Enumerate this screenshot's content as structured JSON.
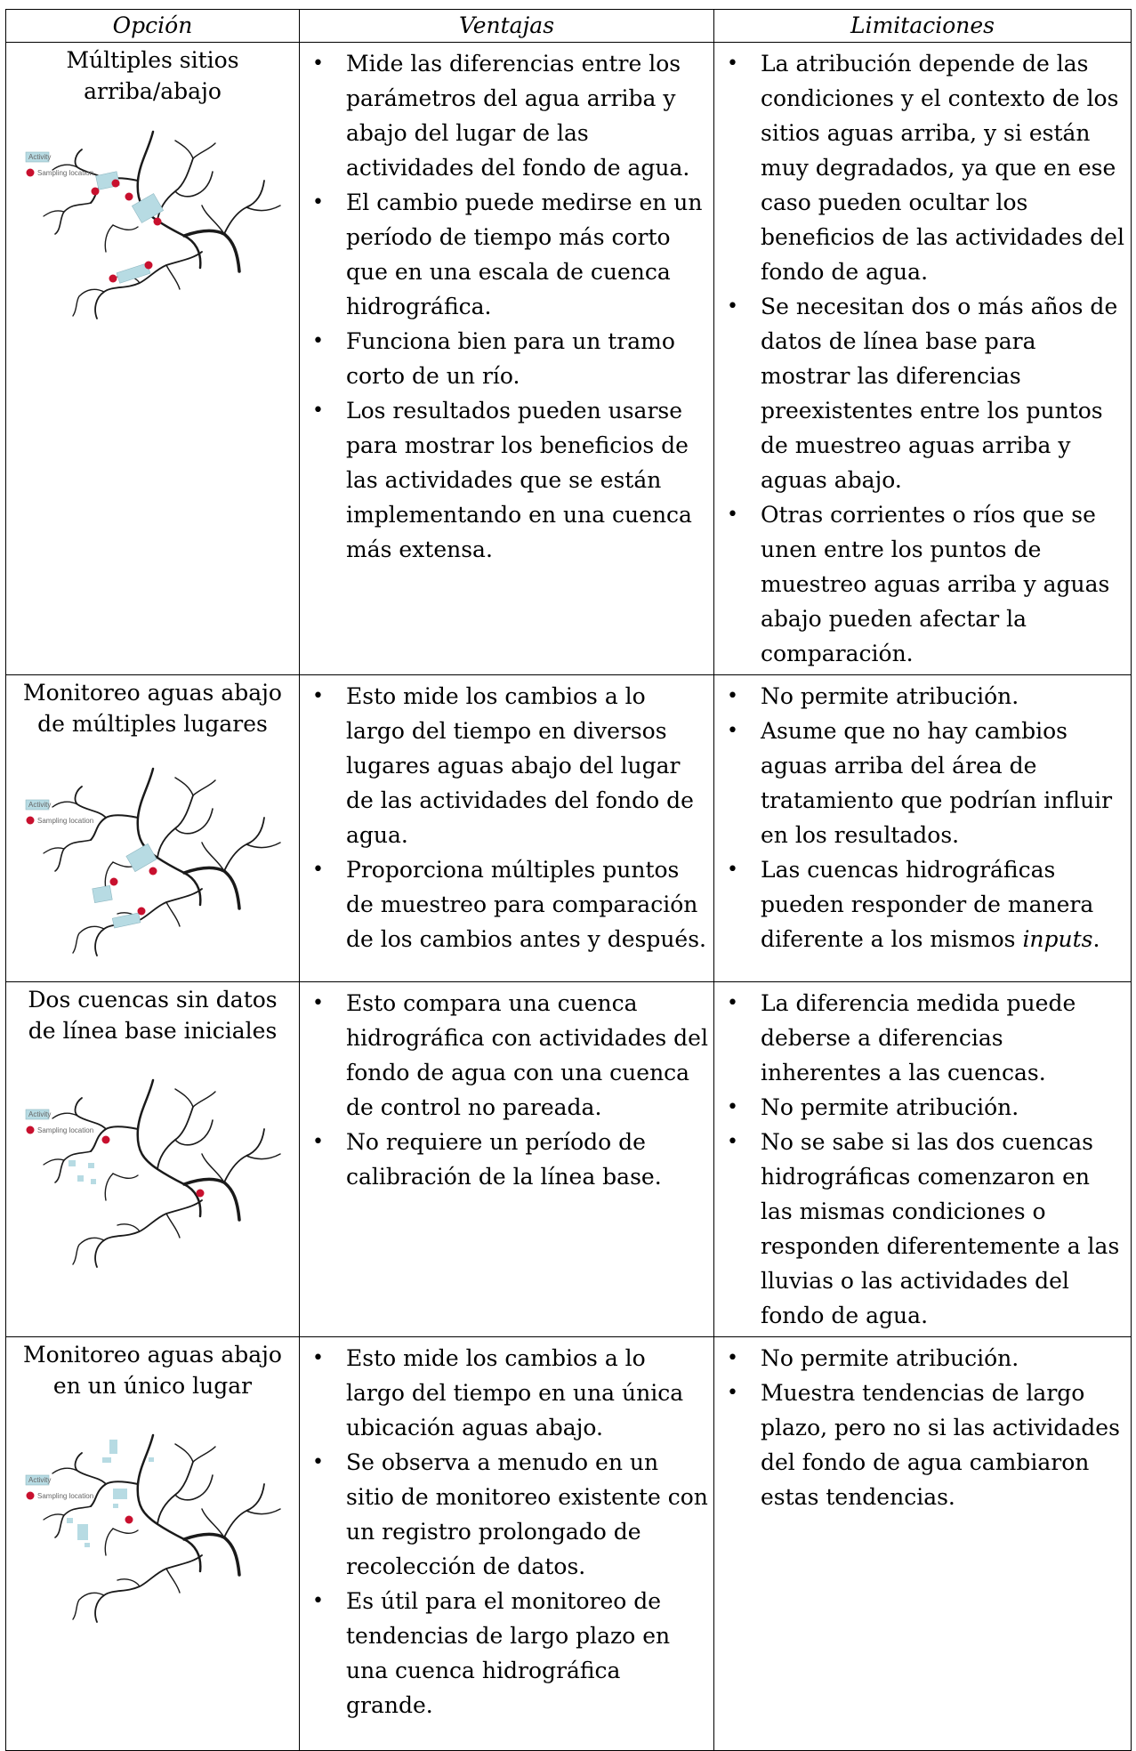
{
  "headers": {
    "option": "Opción",
    "advantages": "Ventajas",
    "limitations": "Limitaciones"
  },
  "legend": {
    "activity": "Activity",
    "sampling": "Sampling location"
  },
  "colors": {
    "activity_fill": "#b7dbe3",
    "sampling_point": "#c8102e",
    "river": "#1a1a1a"
  },
  "rows": [
    {
      "title_line1": "Múltiples sitios",
      "title_line2": "arriba/abajo",
      "advantages": [
        "Mide las diferencias entre los parámetros del agua arriba y abajo del lugar de las actividades del fondo de agua.",
        "El cambio puede medirse en un período de tiempo más corto que en una escala de cuenca hidrográfica.",
        "Funciona bien para un tramo corto de un río.",
        "Los resultados pueden usarse para mostrar los beneficios de las actividades que se están implementando en una cuenca más extensa."
      ],
      "limitations": [
        "La atribución depende de las condiciones y el contexto de los sitios aguas arriba, y si están muy degradados, ya que en ese caso pueden ocultar los beneficios de las actividades del fondo de agua.",
        "Se necesitan dos o más años de datos de línea base para mostrar las diferencias preexistentes entre los puntos de muestreo aguas arriba y aguas abajo.",
        "Otras corrientes o ríos que se unen entre los puntos de muestreo aguas arriba y aguas abajo pueden afectar la comparación."
      ]
    },
    {
      "title_line1": "Monitoreo aguas abajo",
      "title_line2": "de múltiples lugares",
      "advantages": [
        "Esto mide los cambios a lo largo del tiempo en diversos lugares aguas abajo del lugar de las actividades del fondo de agua.",
        "Proporciona múltiples puntos de muestreo para comparación de los cambios antes y después."
      ],
      "limitations": [
        "No permite atribución.",
        "Asume que no hay cambios aguas arriba del área de tratamiento que podrían influir en los resultados.",
        "Las cuencas hidrográficas pueden responder de manera diferente a los mismos",
        "inputs",
        "."
      ]
    },
    {
      "title_line1": "Dos cuencas sin datos",
      "title_line2": "de línea base iniciales",
      "advantages": [
        "Esto compara una cuenca hidrográfica con actividades del fondo de agua con una cuenca de control no pareada.",
        "No requiere un período de calibración de la línea base."
      ],
      "limitations": [
        "La diferencia medida puede deberse a diferencias inherentes a las cuencas.",
        "No permite atribución.",
        "No se sabe si las dos cuencas hidrográficas comenzaron en las mismas condiciones o responden diferentemente a las lluvias o las actividades del fondo de agua."
      ]
    },
    {
      "title_line1": "Monitoreo aguas abajo",
      "title_line2": "en un único lugar",
      "advantages": [
        "Esto mide los cambios a lo largo del tiempo en una única ubicación aguas abajo.",
        "Se observa a menudo en un sitio de monitoreo existente con un registro prolongado de recolección de datos.",
        "Es útil para el monitoreo de tendencias de largo plazo en una cuenca hidrográfica grande."
      ],
      "limitations": [
        "No permite atribución.",
        "Muestra tendencias de largo plazo, pero no si las actividades del fondo de agua cambiaron estas tendencias."
      ]
    }
  ]
}
